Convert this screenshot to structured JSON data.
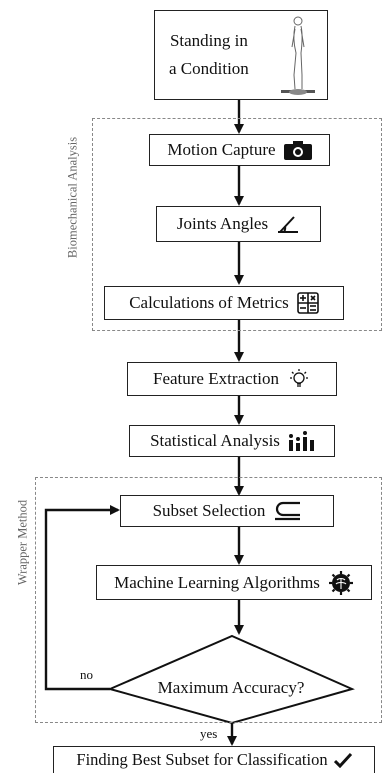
{
  "diagram": {
    "nodes": {
      "standing": "Standing in a Condition",
      "standing_line1": "Standing in",
      "standing_line2": "a Condition",
      "motion_capture": "Motion Capture",
      "joints_angles": "Joints Angles",
      "calculations": "Calculations of Metrics",
      "feature_extraction": "Feature Extraction",
      "statistical_analysis": "Statistical Analysis",
      "subset_selection": "Subset Selection",
      "ml_algorithms": "Machine Learning Algorithms",
      "max_accuracy": "Maximum Accuracy?",
      "finding_best": "Finding Best Subset for Classification"
    },
    "groups": {
      "biomechanical": "Biomechanical Analysis",
      "wrapper": "Wrapper Method"
    },
    "edge_labels": {
      "no": "no",
      "yes": "yes"
    },
    "icons": {
      "standing": "standing-person-icon",
      "motion_capture": "camera-icon",
      "joints_angles": "angle-icon",
      "calculations": "calculator-icon",
      "feature_extraction": "lightbulb-icon",
      "statistical_analysis": "bar-stats-icon",
      "subset_selection": "subset-icon",
      "ml_algorithms": "brain-gear-icon",
      "finding_best": "checkmark-icon"
    }
  }
}
